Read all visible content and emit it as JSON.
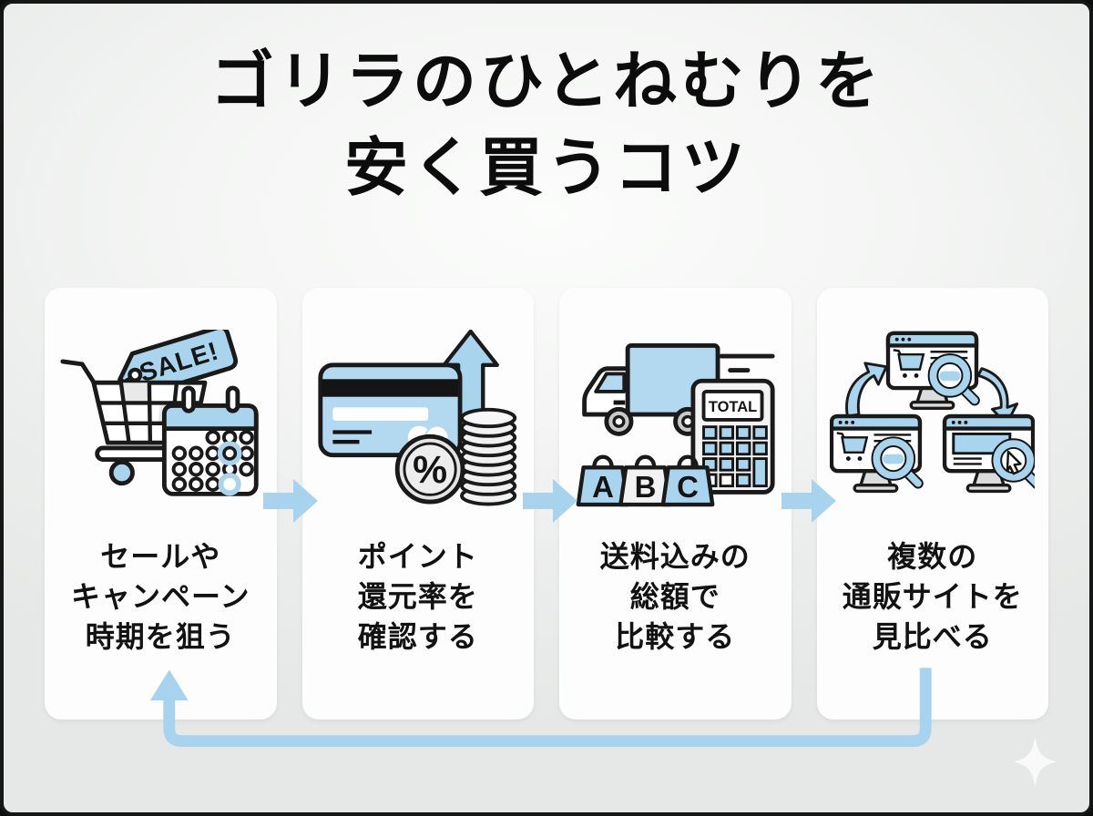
{
  "page": {
    "title_line1": "ゴリラのひとねむりを",
    "title_line2": "安く買うコツ"
  },
  "colors": {
    "accent_blue": "#a9d4ee",
    "icon_fill_blue": "#b3d9f0",
    "arrow_blue": "#a7d3ee",
    "outline_black": "#1a1a1a",
    "card_background": "#fdfdfd",
    "page_background": "#ebedec",
    "frame_border": "#161616"
  },
  "steps": [
    {
      "label_lines": [
        "セールや",
        "キャンペーン",
        "時期を狙う"
      ],
      "icon": "shopping-cart-sale-tag-calendar",
      "tag_text": "SALE!"
    },
    {
      "label_lines": [
        "ポイント",
        "還元率を",
        "確認する"
      ],
      "icon": "credit-card-coins-up-arrow",
      "percent_text": "%"
    },
    {
      "label_lines": [
        "送料込みの",
        "総額で",
        "比較する"
      ],
      "icon": "delivery-truck-calculator-bags",
      "calculator_display": "TOTAL",
      "bag_labels": [
        "A",
        "B",
        "C"
      ]
    },
    {
      "label_lines": [
        "複数の",
        "通販サイトを",
        "見比べる"
      ],
      "icon": "three-monitors-compare-magnifiers"
    }
  ],
  "flow": {
    "direction": "left-to-right",
    "loop_back": "step4-to-step1"
  }
}
